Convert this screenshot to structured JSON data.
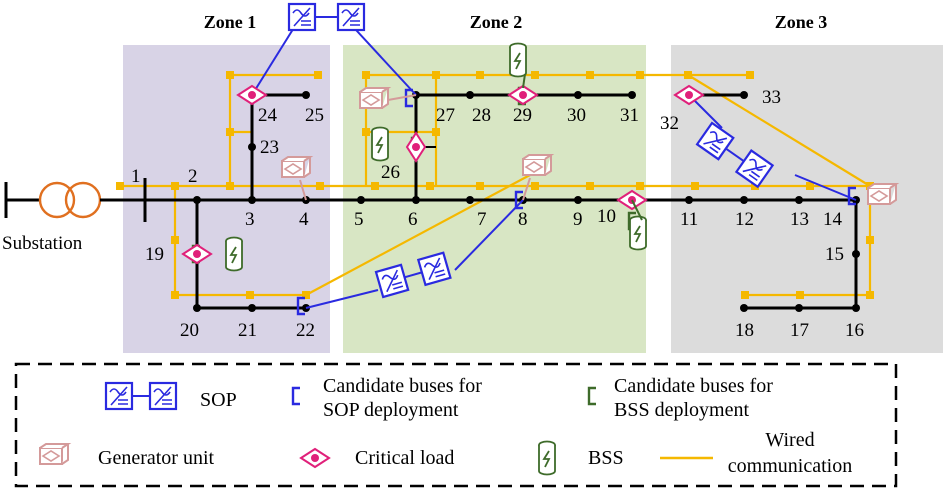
{
  "zones": [
    {
      "title": "Zone 1",
      "color": "#d8d3e6"
    },
    {
      "title": "Zone 2",
      "color": "#d8e6c4"
    },
    {
      "title": "Zone 3",
      "color": "#dcdcdc"
    }
  ],
  "substation_label": "Substation",
  "buses": [
    "1",
    "2",
    "3",
    "4",
    "5",
    "6",
    "7",
    "8",
    "9",
    "10",
    "11",
    "12",
    "13",
    "14",
    "15",
    "16",
    "17",
    "18",
    "19",
    "20",
    "21",
    "22",
    "23",
    "24",
    "25",
    "26",
    "27",
    "28",
    "29",
    "30",
    "31",
    "32",
    "33"
  ],
  "legend": {
    "sop": "SOP",
    "sop_candidate": [
      "Candidate buses for",
      "SOP deployment"
    ],
    "bss_candidate": [
      "Candidate buses for",
      "BSS deployment"
    ],
    "generator": "Generator unit",
    "critical": "Critical load",
    "bss": "BSS",
    "wired": [
      "Wired",
      "communication"
    ]
  },
  "colors": {
    "line": "#000000",
    "comm": "#f5b800",
    "sop": "#2a2ae0",
    "critical": "#e0207a",
    "bss": "#3e6b2a",
    "generator": "#d49a9a",
    "transformer": "#e07020"
  }
}
